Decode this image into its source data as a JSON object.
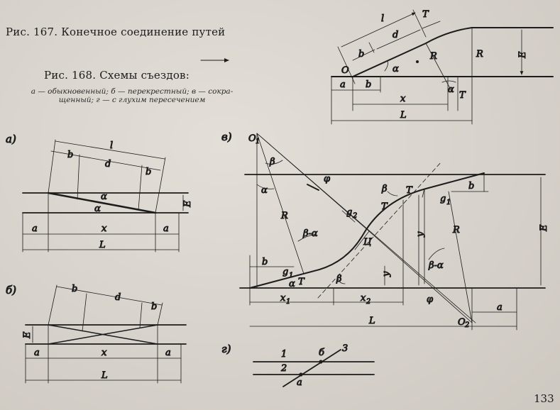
{
  "captions": {
    "fig167": "Рис. 167. Конечное соединение путей",
    "fig168": "Рис. 168. Схемы съездов:",
    "fig168_legend_line1": "а — обыкновенный; б — перекрестный; в — сокра-",
    "fig168_legend_line2": "щенный; г — с глухим пересечением"
  },
  "page_number": "133",
  "panels": {
    "a": "а)",
    "b": "б)",
    "v": "в)",
    "g": "г)"
  },
  "labels": {
    "l": "l",
    "T": "T",
    "d": "d",
    "b": "b",
    "a": "a",
    "x": "x",
    "L": "L",
    "R": "R",
    "E": "E",
    "O": "O",
    "alpha": "α",
    "beta": "β",
    "phi": "φ",
    "beta_minus_alpha": "β-α",
    "O1": "O",
    "O2": "O",
    "sub1": "1",
    "sub2": "2",
    "g": "g",
    "x_": "x",
    "y": "y",
    "C": "Ц",
    "one": "1",
    "two": "2",
    "three": "3",
    "b_cyr": "б",
    "a_cyr": "а"
  }
}
